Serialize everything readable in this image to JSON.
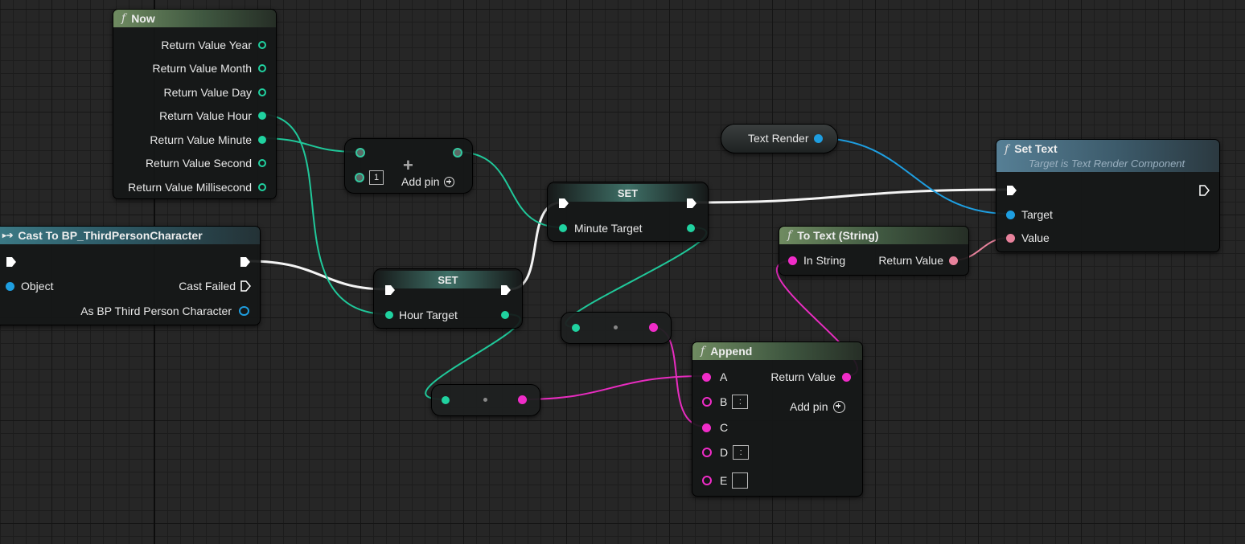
{
  "now_node": {
    "title": "Now",
    "pins": [
      "Return Value Year",
      "Return Value Month",
      "Return Value Day",
      "Return Value Hour",
      "Return Value Minute",
      "Return Value Second",
      "Return Value Millisecond"
    ]
  },
  "add_node": {
    "index_value": "1",
    "add_pin_label": "Add pin"
  },
  "cast_node": {
    "title": "Cast To BP_ThirdPersonCharacter",
    "object_label": "Object",
    "cast_failed_label": "Cast Failed",
    "as_label": "As BP Third Person Character"
  },
  "set_hour": {
    "title": "SET",
    "var_label": "Hour Target"
  },
  "set_minute": {
    "title": "SET",
    "var_label": "Minute Target"
  },
  "text_render": {
    "label": "Text Render"
  },
  "set_text": {
    "title": "Set Text",
    "subtitle": "Target is Text Render Component",
    "target_label": "Target",
    "value_label": "Value"
  },
  "to_text": {
    "title": "To Text (String)",
    "in_label": "In String",
    "out_label": "Return Value"
  },
  "append": {
    "title": "Append",
    "return_label": "Return Value",
    "add_pin_label": "Add pin",
    "pins": [
      {
        "name": "A",
        "value": ""
      },
      {
        "name": "B",
        "value": ":"
      },
      {
        "name": "C",
        "value": ""
      },
      {
        "name": "D",
        "value": ":"
      },
      {
        "name": "E",
        "value": ""
      }
    ]
  },
  "colors": {
    "int": "#20d2a0",
    "object": "#1e9ee0",
    "string": "#f02cc8",
    "text": "#e8829c",
    "exec": "#ffffff"
  }
}
